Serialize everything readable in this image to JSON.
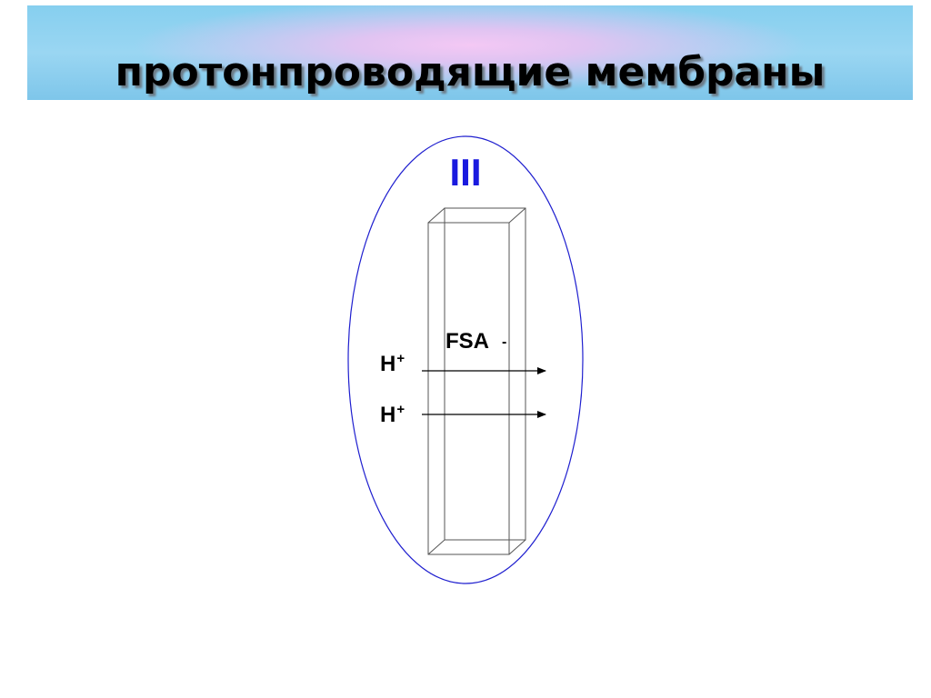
{
  "slide": {
    "title": "протонпроводящие мембраны"
  },
  "diagram": {
    "membrane_type_label": "III",
    "anion_label": "FSA",
    "anion_charge": "-",
    "protons": [
      {
        "symbol": "H",
        "charge": "+"
      },
      {
        "symbol": "H",
        "charge": "+"
      }
    ],
    "colors": {
      "ellipse_stroke": "#1f1fcf",
      "roman_numeral": "#1a1adf",
      "membrane_stroke": "#555555",
      "arrow": "#000000"
    }
  }
}
